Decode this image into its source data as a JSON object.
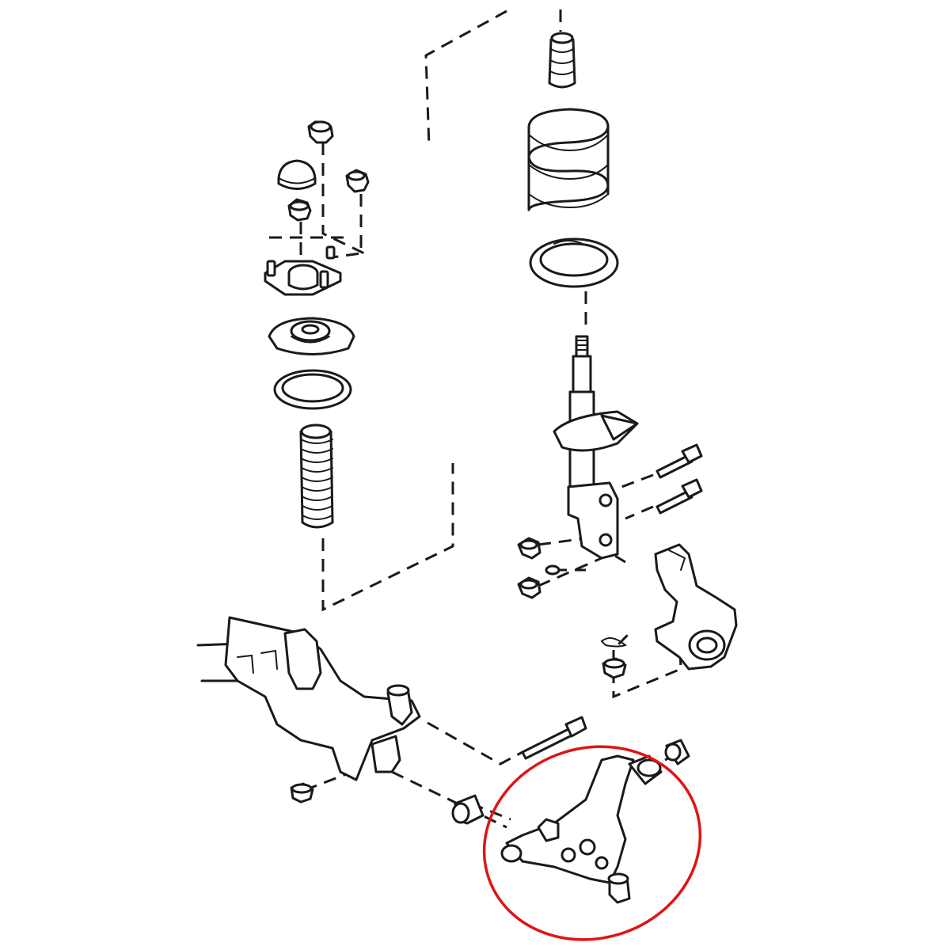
{
  "diagram": {
    "colors": {
      "line": "#1a1a1a",
      "background": "#ffffff",
      "highlight": "#e01414"
    },
    "parts": [
      "strut-mount-cap-nut",
      "dust-cap",
      "mount-nut-left",
      "mount-nut-right",
      "upper-strut-mount",
      "spring-upper-seat",
      "insulator-ring",
      "bump-stop-boot",
      "bump-stop",
      "coil-spring",
      "spring-lower-insulator",
      "shock-absorber",
      "knuckle-bolts",
      "knuckle-nuts",
      "steering-knuckle",
      "cotter-pin",
      "castle-nut",
      "front-crossmember",
      "lower-arm-bolt",
      "crossmember-nut",
      "lower-control-arm",
      "front-bushing",
      "rear-bushing"
    ],
    "highlighted_part": "lower-control-arm"
  }
}
